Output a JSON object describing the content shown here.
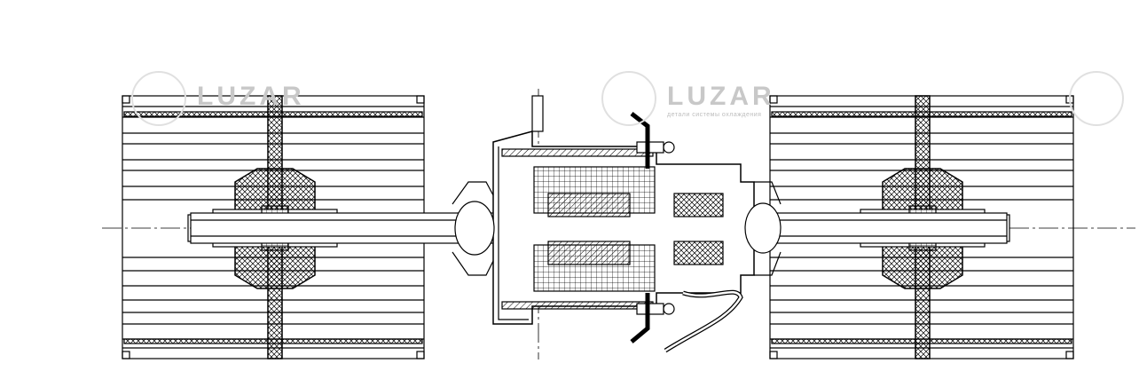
{
  "drawing": {
    "title": "Blower motor assembly with twin fan wheels (section view)"
  },
  "watermark": {
    "brand": "LUZAR",
    "tagline": "детали системы охлаждения"
  },
  "colors": {
    "line": "#000000",
    "watermark": "#dddddd"
  }
}
